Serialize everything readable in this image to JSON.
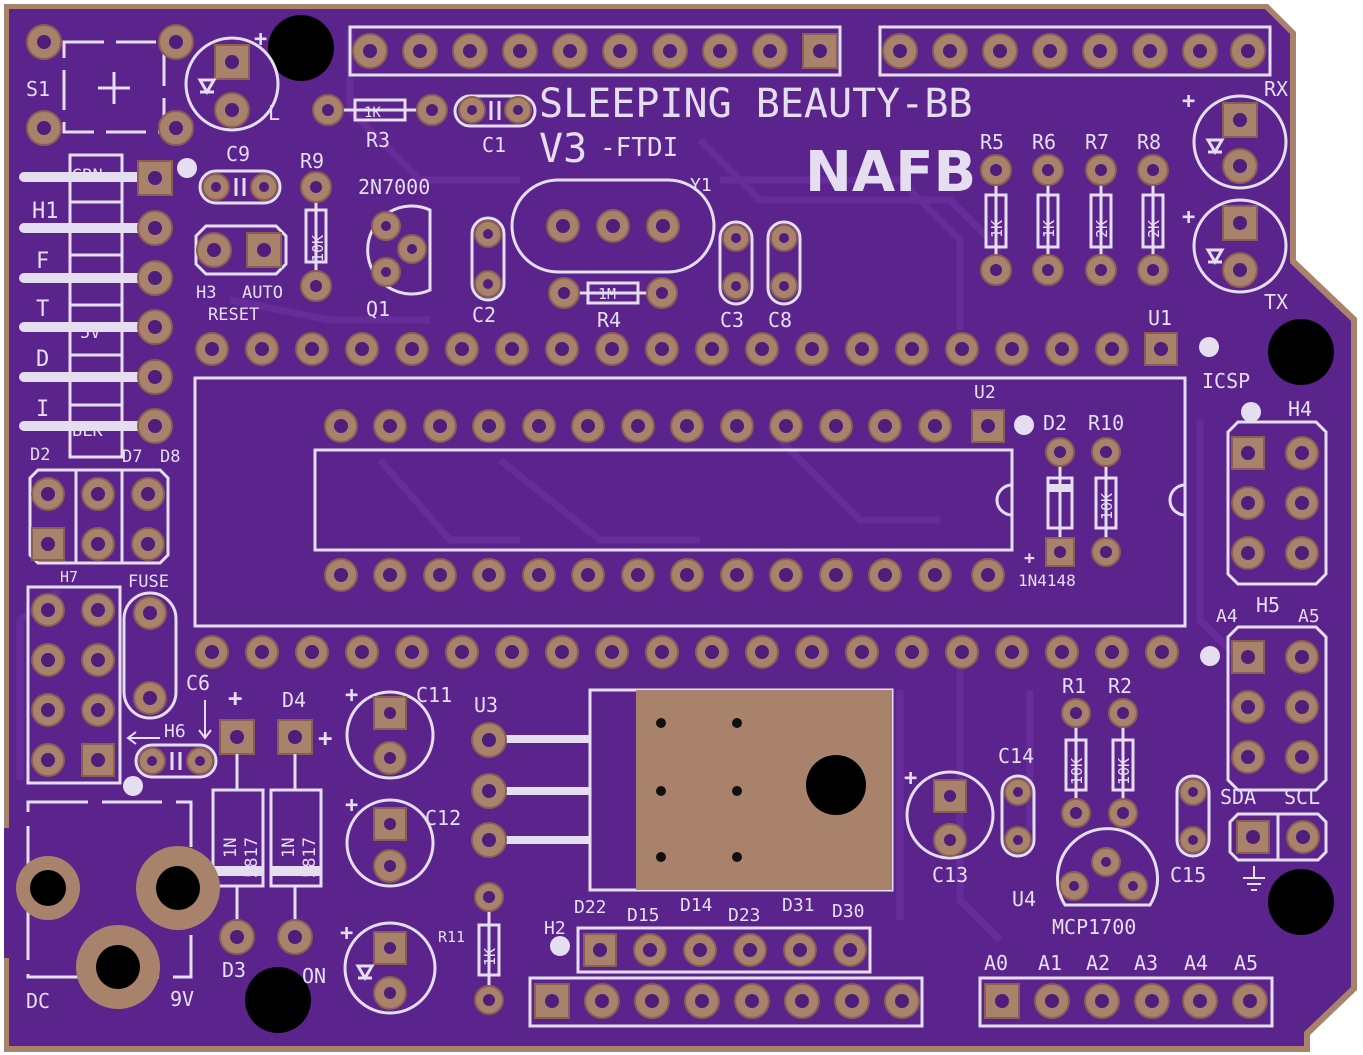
{
  "board": {
    "title": "SLEEPING BEAUTY-BB",
    "version": "V3",
    "variant": "-FTDI",
    "brand": "NAFB",
    "colors": {
      "mask": "#5a248c",
      "edge": "#a8826a",
      "silk": "#e4def0",
      "pad": "#a8826a"
    }
  },
  "labels": {
    "s1": "S1",
    "l": "L",
    "r3": "R3",
    "r3_val": "1K",
    "c1": "C1",
    "c9": "C9",
    "r9": "R9",
    "r9_val": "10K",
    "q1_part": "2N7000",
    "q1": "Q1",
    "y1": "Y1",
    "r4": "R4",
    "r4_val": "1M",
    "c2": "C2",
    "c3": "C3",
    "c8": "C8",
    "r5": "R5",
    "r6": "R6",
    "r7": "R7",
    "r8": "R8",
    "r5_val": "1K",
    "r6_val": "1K",
    "r7_val": "2K",
    "r8_val": "2K",
    "rx": "RX",
    "tx": "TX",
    "u1": "U1",
    "u2": "U2",
    "grn": "GRN",
    "h1": "H1",
    "f": "F",
    "t": "T",
    "d": "D",
    "i": "I",
    "five_v": "5V",
    "blk": "BLK",
    "h3": "H3",
    "auto": "AUTO",
    "reset": "RESET",
    "icsp": "ICSP",
    "h4": "H4",
    "d2_top": "D2",
    "r10": "R10",
    "r10_val": "10K",
    "diode_part": "1N4148",
    "d2": "D2",
    "d7": "D7",
    "d8": "D8",
    "h7": "H7",
    "fuse": "FUSE",
    "c6": "C6",
    "h6": "H6",
    "d4": "D4",
    "c11": "C11",
    "c12": "C12",
    "u3": "U3",
    "a4": "A4",
    "h5": "H5",
    "a5": "A5",
    "r1": "R1",
    "r2": "R2",
    "r1_val": "10K",
    "r2_val": "10K",
    "c14": "C14",
    "c13": "C13",
    "c15": "C15",
    "sda": "SDA",
    "scl": "SCL",
    "u4": "U4",
    "u4_part": "MCP1700",
    "d3": "D3",
    "schottky_a": "1N",
    "schottky_b": "5817",
    "dc": "DC",
    "nine_v": "9V",
    "on": "ON",
    "r11": "R11",
    "r11_val": "1K",
    "h2": "H2",
    "d22": "D22",
    "d15": "D15",
    "d14": "D14",
    "d23": "D23",
    "d31": "D31",
    "d30": "D30",
    "a0": "A0",
    "a1": "A1",
    "a2": "A2",
    "a3": "A3",
    "a4b": "A4",
    "a5b": "A5",
    "plus": "+"
  }
}
